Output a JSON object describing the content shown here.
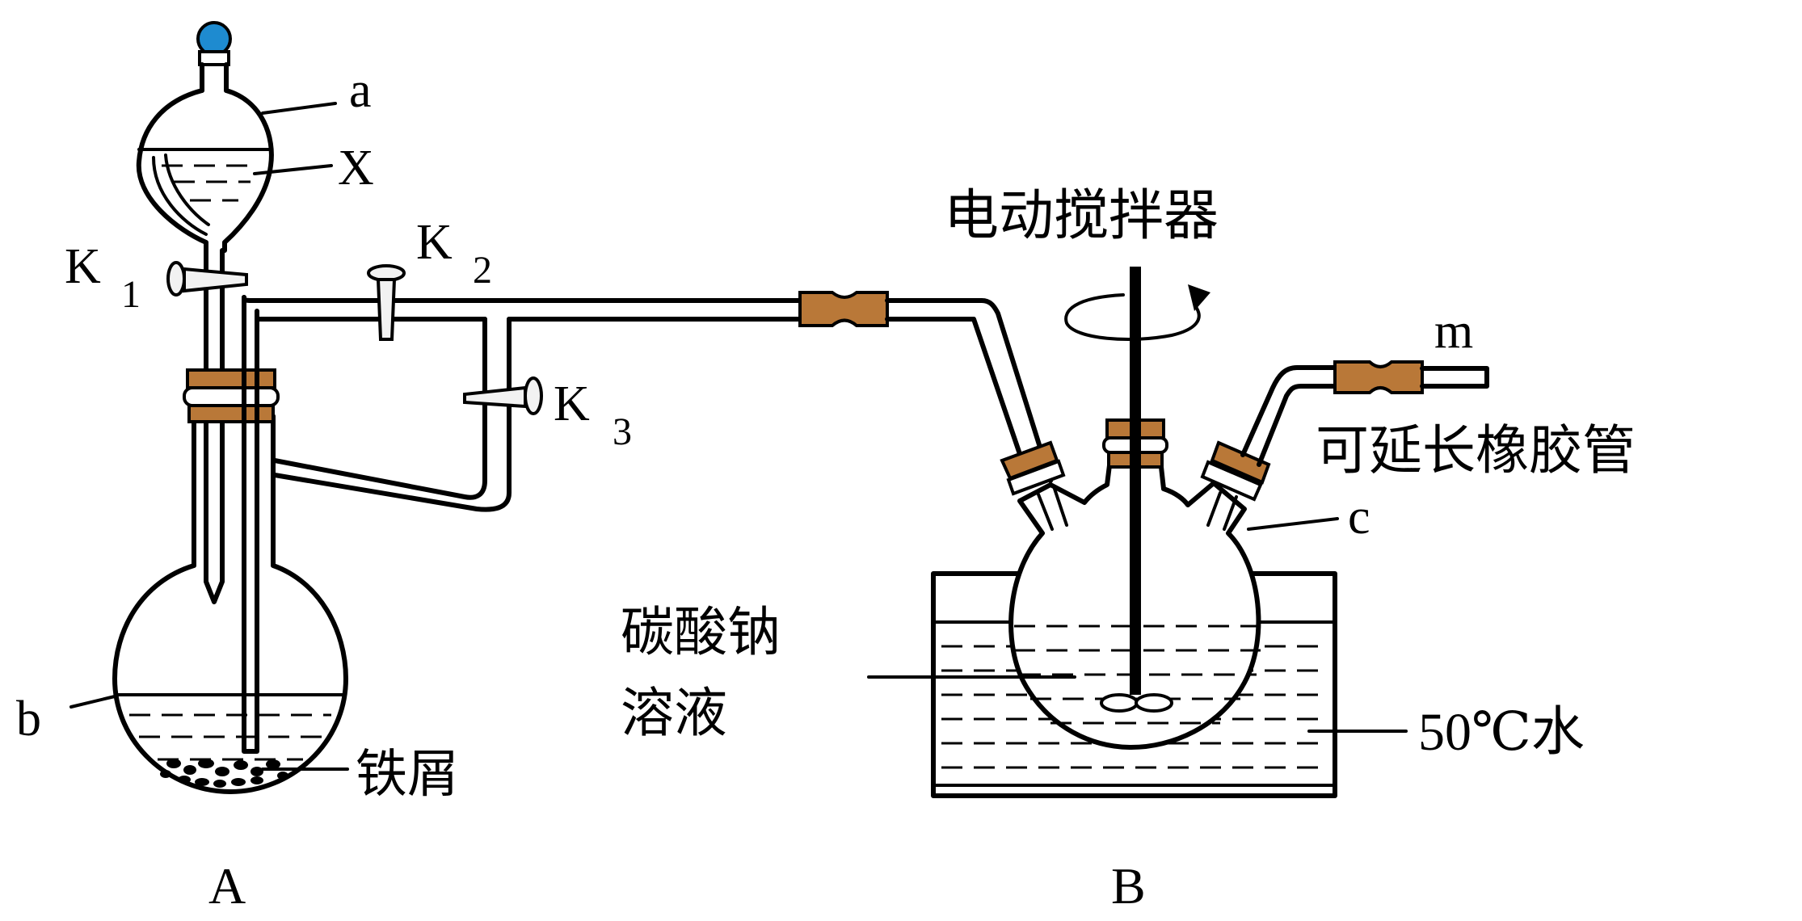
{
  "labels": {
    "a": "a",
    "X": "X",
    "K1_main": "K",
    "K1_sub": "1",
    "K2_main": "K",
    "K2_sub": "2",
    "K3_main": "K",
    "K3_sub": "3",
    "b": "b",
    "iron": "铁屑",
    "A": "A",
    "stirrer": "电动搅拌器",
    "m": "m",
    "rubber_tube": "可延长橡胶管",
    "c": "c",
    "solution_line1": "碳酸钠",
    "solution_line2": "溶液",
    "water": "50℃水",
    "B": "B"
  },
  "colors": {
    "rubber": "#b97838",
    "stopper_knob": "#1e8bd0",
    "line": "#000000"
  }
}
